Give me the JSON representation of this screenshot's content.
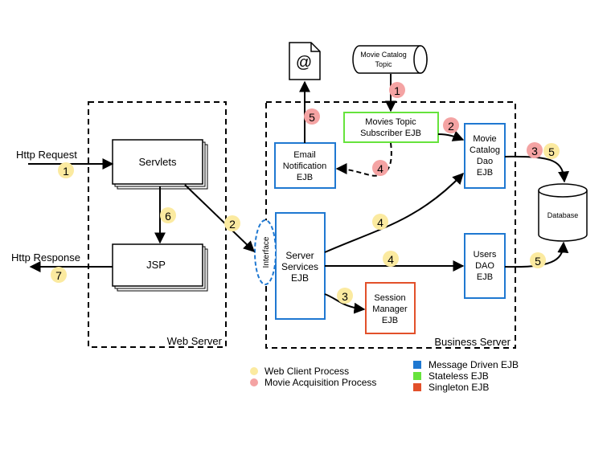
{
  "containers": {
    "web_server": "Web Server",
    "business_server": "Business Server"
  },
  "external": {
    "http_request": "Http Request",
    "http_response": "Http Response",
    "email_symbol": "@",
    "movie_catalog_topic": [
      "Movie Catalog",
      "Topic"
    ],
    "database": "Database"
  },
  "components": {
    "servlets": "Servlets",
    "jsp": "JSP",
    "interface": "Interface",
    "server_services": [
      "Server",
      "Services",
      "EJB"
    ],
    "email_notification": [
      "Email",
      "Notification",
      "EJB"
    ],
    "movies_topic_subscriber": [
      "Movies Topic",
      "Subscriber EJB"
    ],
    "movie_catalog_dao": [
      "Movie",
      "Catalog",
      "Dao",
      "EJB"
    ],
    "users_dao": [
      "Users",
      "DAO",
      "EJB"
    ],
    "session_manager": [
      "Session",
      "Manager",
      "EJB"
    ]
  },
  "step_badges": {
    "web": [
      "1",
      "6",
      "2",
      "7",
      "3",
      "4",
      "4",
      "5",
      "5"
    ],
    "acquisition": [
      "1",
      "2",
      "4",
      "5",
      "3"
    ]
  },
  "legend": {
    "process_items": [
      {
        "label": "Web Client Process",
        "color": "#fbeaa0"
      },
      {
        "label": "Movie Acquisition Process",
        "color": "#f4a3a3"
      }
    ],
    "ejb_items": [
      {
        "label": "Message Driven EJB",
        "color": "#1f78d1"
      },
      {
        "label": "Stateless EJB",
        "color": "#66e33c"
      },
      {
        "label": "Singleton EJB",
        "color": "#e2502a"
      }
    ]
  },
  "colors": {
    "web_badge": "#fbeaa0",
    "acquisition_badge": "#f4a3a3",
    "message_driven": "#1f78d1",
    "stateless": "#66e33c",
    "singleton": "#e2502a"
  }
}
